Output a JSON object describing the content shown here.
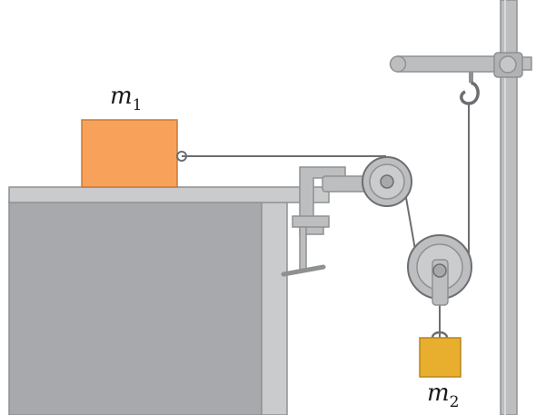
{
  "labels": {
    "m1": {
      "symbol": "m",
      "subscript": "1"
    },
    "m2": {
      "symbol": "m",
      "subscript": "2"
    }
  },
  "colors": {
    "background": "#ffffff",
    "block_m1": "#f8a15a",
    "block_m2": "#e8ae2e",
    "table_top": "#c9cbcd",
    "table_body": "#a7a9ac",
    "metal": "#bcbec0",
    "metal_dark": "#8e9092",
    "string": "#6d6e71"
  },
  "icons": {
    "pulleys": [
      "fixed-pulley-icon",
      "movable-pulley-icon"
    ],
    "hook": "hook-icon",
    "clamp": "c-clamp-icon",
    "stand": "ring-stand-icon"
  }
}
